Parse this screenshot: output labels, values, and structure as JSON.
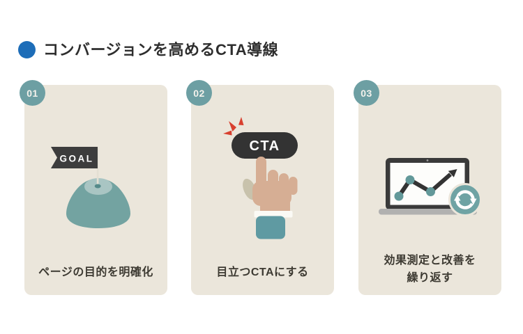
{
  "title": {
    "text": "コンバージョンを高めるCTA導線",
    "bullet_icon": "circle-bullet"
  },
  "colors": {
    "background": "#ffffff",
    "card_background": "#ebe6db",
    "badge_teal": "#6d9fa3",
    "bullet_blue": "#1d6db8",
    "charcoal": "#373737",
    "illustration_teal": "#6fa3a4",
    "accent_red": "#d8402f",
    "skin": "#d6ae94",
    "title_text": "#2e2e2e",
    "caption_text": "#3d3a32"
  },
  "cards": [
    {
      "number": "01",
      "caption": "ページの目的を明確化",
      "illustration": "goal-flag-on-hill",
      "flag_label": "GOAL"
    },
    {
      "number": "02",
      "caption": "目立つCTAにする",
      "illustration": "finger-tapping-cta-button",
      "button_label": "CTA"
    },
    {
      "number": "03",
      "caption_lines": [
        "効果測定と改善を",
        "繰り返す"
      ],
      "illustration": "laptop-growth-chart-with-refresh"
    }
  ]
}
